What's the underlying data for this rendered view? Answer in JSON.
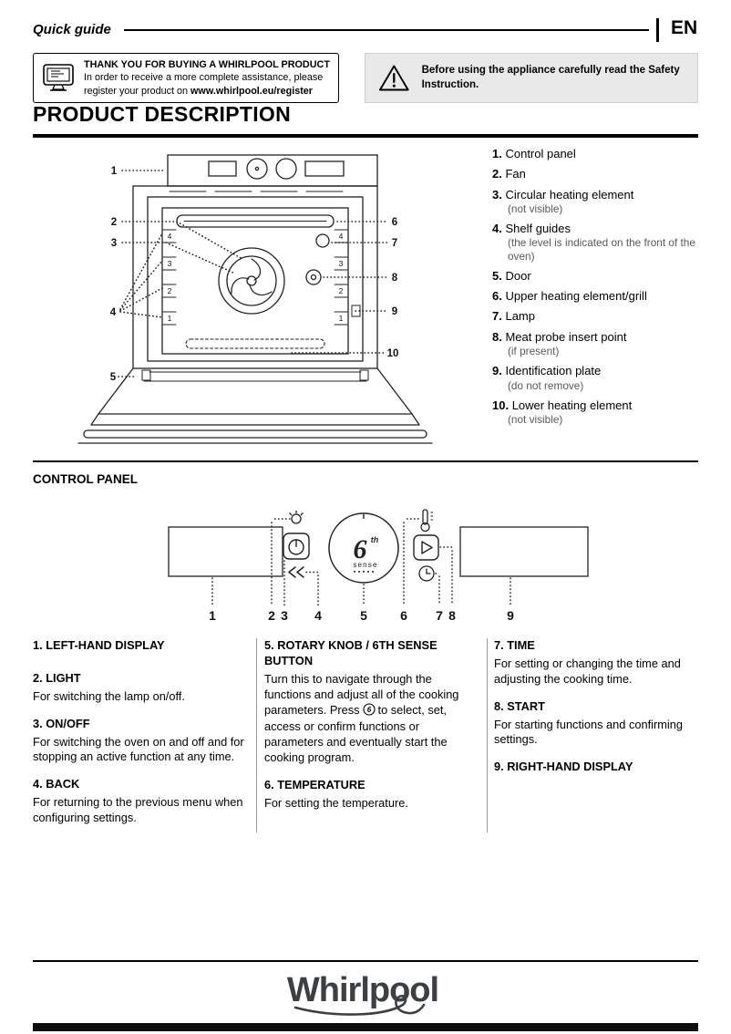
{
  "colors": {
    "text": "#000000",
    "note_text": "#595959",
    "safety_box_bg": "#e9e9e9",
    "logo": "#3c4043"
  },
  "header": {
    "title": "Quick guide",
    "language": "EN"
  },
  "thanks_box": {
    "title": "THANK YOU FOR BUYING A WHIRLPOOL PRODUCT",
    "line1": "In order to receive a more complete assistance, please",
    "line2_prefix": "register your product on ",
    "register_url": "www.whirlpool.eu/register"
  },
  "safety_box": {
    "text": "Before using the appliance carefully read the Safety Instruction."
  },
  "product_description": {
    "title": "PRODUCT DESCRIPTION",
    "items": [
      {
        "num": "1.",
        "label": "Control panel",
        "note": ""
      },
      {
        "num": "2.",
        "label": "Fan",
        "note": ""
      },
      {
        "num": "3.",
        "label": "Circular heating element",
        "note": "(not visible)"
      },
      {
        "num": "4.",
        "label": "Shelf guides",
        "note": "(the level is indicated on the front of the oven)"
      },
      {
        "num": "5.",
        "label": "Door",
        "note": ""
      },
      {
        "num": "6.",
        "label": "Upper heating element/grill",
        "note": ""
      },
      {
        "num": "7.",
        "label": "Lamp",
        "note": ""
      },
      {
        "num": "8.",
        "label": "Meat probe insert point",
        "note": "(if present)"
      },
      {
        "num": "9.",
        "label": "Identification plate",
        "note": "(do not remove)"
      },
      {
        "num": "10.",
        "label": "Lower heating element",
        "note": "(not visible)"
      }
    ],
    "diagram": {
      "callouts": [
        "1",
        "2",
        "3",
        "4",
        "5",
        "6",
        "7",
        "8",
        "9",
        "10"
      ],
      "shelf_levels": [
        "4",
        "3",
        "2",
        "1"
      ]
    }
  },
  "control_panel": {
    "title": "CONTROL PANEL",
    "numbers": [
      "1",
      "2",
      "3",
      "4",
      "5",
      "6",
      "7",
      "8",
      "9"
    ],
    "knob": {
      "digit": "6",
      "sup": "th",
      "word": "sense"
    },
    "icons": {
      "light": "bulb-icon",
      "on_off": "power-icon",
      "back": "double-left-arrow-icon",
      "rotary_knob": "sixth-sense-knob",
      "temperature": "thermometer-icon",
      "start": "play-icon",
      "time": "clock-icon"
    }
  },
  "descriptions": {
    "col1": [
      {
        "heading": "1. LEFT-HAND DISPLAY",
        "body": ""
      },
      {
        "heading": "2. LIGHT",
        "body": "For switching the lamp on/off."
      },
      {
        "heading": "3. ON/OFF",
        "body": "For switching the oven on and off and for stopping an active function at any time."
      },
      {
        "heading": "4. BACK",
        "body": "For returning to the previous menu when configuring settings."
      }
    ],
    "col2": [
      {
        "heading": "5. ROTARY KNOB / 6TH SENSE BUTTON",
        "body_before": "Turn this to navigate through the functions and adjust all of the cooking parameters. Press",
        "body_after": "to select, set, access or confirm functions or parameters and eventually start the cooking program."
      },
      {
        "heading": "6. TEMPERATURE",
        "body": "For setting the temperature."
      }
    ],
    "col3": [
      {
        "heading": "7. TIME",
        "body": "For setting or changing the time and adjusting the cooking time."
      },
      {
        "heading": "8. START",
        "body": "For starting functions and confirming settings."
      },
      {
        "heading": "9. RIGHT-HAND DISPLAY",
        "body": ""
      }
    ]
  },
  "footer": {
    "logo_text": "Whirlpool"
  }
}
